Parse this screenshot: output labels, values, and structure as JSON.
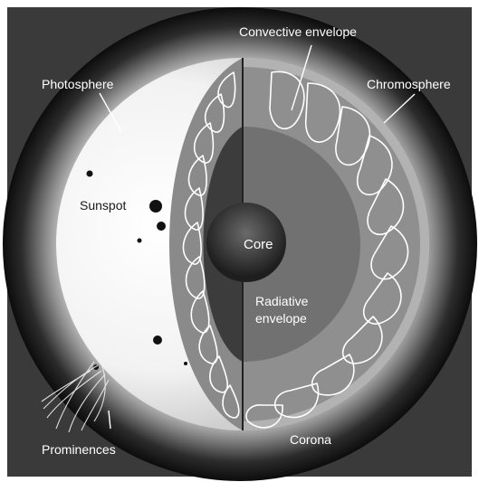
{
  "diagram": {
    "labels": {
      "convective_envelope": "Convective envelope",
      "photosphere": "Photosphere",
      "chromosphere": "Chromosphere",
      "sunspot": "Sunspot",
      "core": "Core",
      "radiative_line1": "Radiative",
      "radiative_line2": "envelope",
      "prominences": "Prominences",
      "corona": "Corona"
    },
    "colors": {
      "background": "#3a3a3a",
      "corona_outer": "#111111",
      "corona_inner": "#b8b8b8",
      "photosphere": "#f4f4f4",
      "chromosphere": "#a9a9a9",
      "convective": "#8c8c8c",
      "radiative": "#6e6e6e",
      "core": "#2a2a2a",
      "cutaway_dark": "#3c3c3c"
    }
  }
}
